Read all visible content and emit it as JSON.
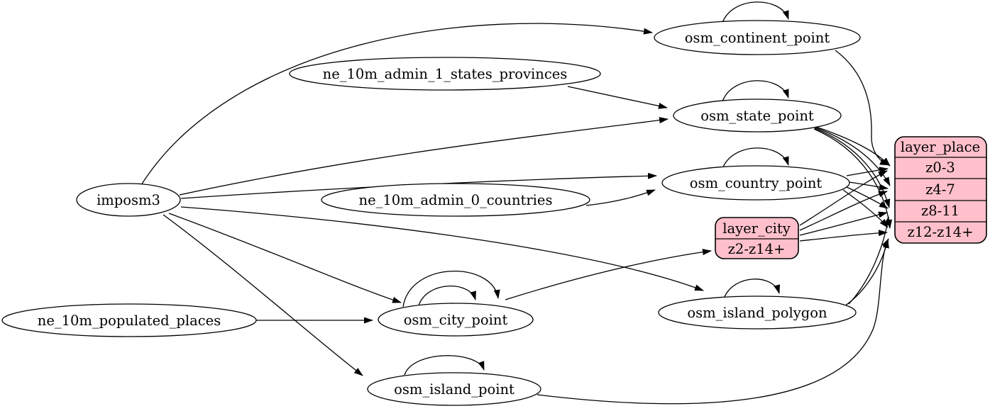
{
  "diagram": {
    "background_color": "#ffffff",
    "edge_color": "#000000",
    "table_fill_color": "#ffffff",
    "layer_fill_color": "#ffc0cb",
    "nodes": {
      "imposm3": {
        "label": "imposm3"
      },
      "ne_states": {
        "label": "ne_10m_admin_1_states_provinces"
      },
      "ne_countries": {
        "label": "ne_10m_admin_0_countries"
      },
      "ne_places": {
        "label": "ne_10m_populated_places"
      },
      "continent": {
        "label": "osm_continent_point"
      },
      "state": {
        "label": "osm_state_point"
      },
      "country": {
        "label": "osm_country_point"
      },
      "city": {
        "label": "osm_city_point"
      },
      "island_polygon": {
        "label": "osm_island_polygon"
      },
      "island_point": {
        "label": "osm_island_point"
      },
      "layer_place": {
        "title": "layer_place",
        "rows": [
          "z0-3",
          "z4-7",
          "z8-11",
          "z12-z14+"
        ]
      },
      "layer_city": {
        "title": "layer_city",
        "rows": [
          "z2-z14+"
        ]
      }
    },
    "edges": [
      {
        "from": "imposm3",
        "to": "osm_continent_point"
      },
      {
        "from": "imposm3",
        "to": "osm_state_point"
      },
      {
        "from": "imposm3",
        "to": "osm_country_point"
      },
      {
        "from": "imposm3",
        "to": "osm_city_point"
      },
      {
        "from": "imposm3",
        "to": "osm_island_polygon"
      },
      {
        "from": "imposm3",
        "to": "osm_island_point"
      },
      {
        "from": "ne_10m_admin_1_states_provinces",
        "to": "osm_state_point"
      },
      {
        "from": "ne_10m_admin_0_countries",
        "to": "osm_country_point"
      },
      {
        "from": "ne_10m_populated_places",
        "to": "osm_city_point"
      },
      {
        "from": "osm_continent_point",
        "to": "osm_continent_point"
      },
      {
        "from": "osm_state_point",
        "to": "osm_state_point"
      },
      {
        "from": "osm_country_point",
        "to": "osm_country_point"
      },
      {
        "from": "osm_city_point",
        "to": "osm_city_point"
      },
      {
        "from": "osm_city_point",
        "to": "osm_city_point"
      },
      {
        "from": "osm_island_polygon",
        "to": "osm_island_polygon"
      },
      {
        "from": "osm_island_point",
        "to": "osm_island_point"
      },
      {
        "from": "osm_city_point",
        "to": "layer_city:z2-z14+"
      },
      {
        "from": "osm_continent_point",
        "to": "layer_place:z0-3"
      },
      {
        "from": "osm_state_point",
        "to": "layer_place:z0-3"
      },
      {
        "from": "osm_state_point",
        "to": "layer_place:z4-7"
      },
      {
        "from": "osm_state_point",
        "to": "layer_place:z8-11"
      },
      {
        "from": "osm_state_point",
        "to": "layer_place:z12-z14+"
      },
      {
        "from": "osm_country_point",
        "to": "layer_place:z0-3"
      },
      {
        "from": "osm_country_point",
        "to": "layer_place:z4-7"
      },
      {
        "from": "osm_country_point",
        "to": "layer_place:z8-11"
      },
      {
        "from": "osm_country_point",
        "to": "layer_place:z12-z14+"
      },
      {
        "from": "layer_city",
        "to": "layer_place:z0-3"
      },
      {
        "from": "layer_city",
        "to": "layer_place:z4-7"
      },
      {
        "from": "layer_city",
        "to": "layer_place:z8-11"
      },
      {
        "from": "layer_city",
        "to": "layer_place:z12-z14+"
      },
      {
        "from": "osm_island_polygon",
        "to": "layer_place:z8-11"
      },
      {
        "from": "osm_island_polygon",
        "to": "layer_place:z12-z14+"
      },
      {
        "from": "osm_island_point",
        "to": "layer_place:z12-z14+"
      }
    ]
  }
}
